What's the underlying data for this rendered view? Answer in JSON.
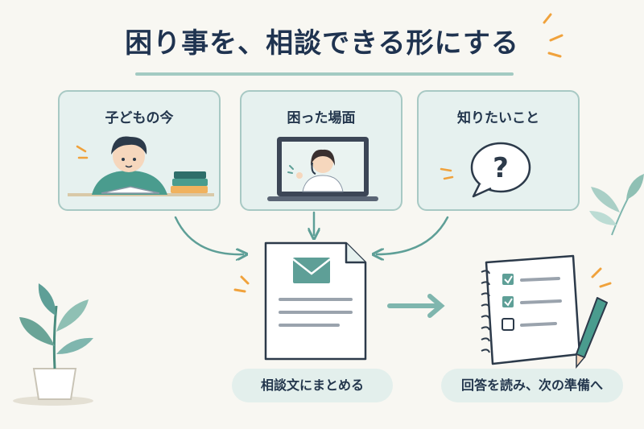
{
  "title": "困り事を、相談できる形にする",
  "cards": [
    {
      "label": "子どもの今",
      "illustration": "child-studying"
    },
    {
      "label": "困った場面",
      "illustration": "video-call-laptop"
    },
    {
      "label": "知りたいこと",
      "illustration": "question-bubble"
    }
  ],
  "steps": [
    {
      "label": "相談文にまとめる",
      "icon": "mail-document-icon"
    },
    {
      "label": "回答を読み、次の準備へ",
      "icon": "checklist-notebook-icon"
    }
  ],
  "colors": {
    "accent_teal": "#5e9f97",
    "card_background": "#e6f1ef",
    "title_navy": "#1f3350",
    "spark_orange": "#f0a23c"
  }
}
